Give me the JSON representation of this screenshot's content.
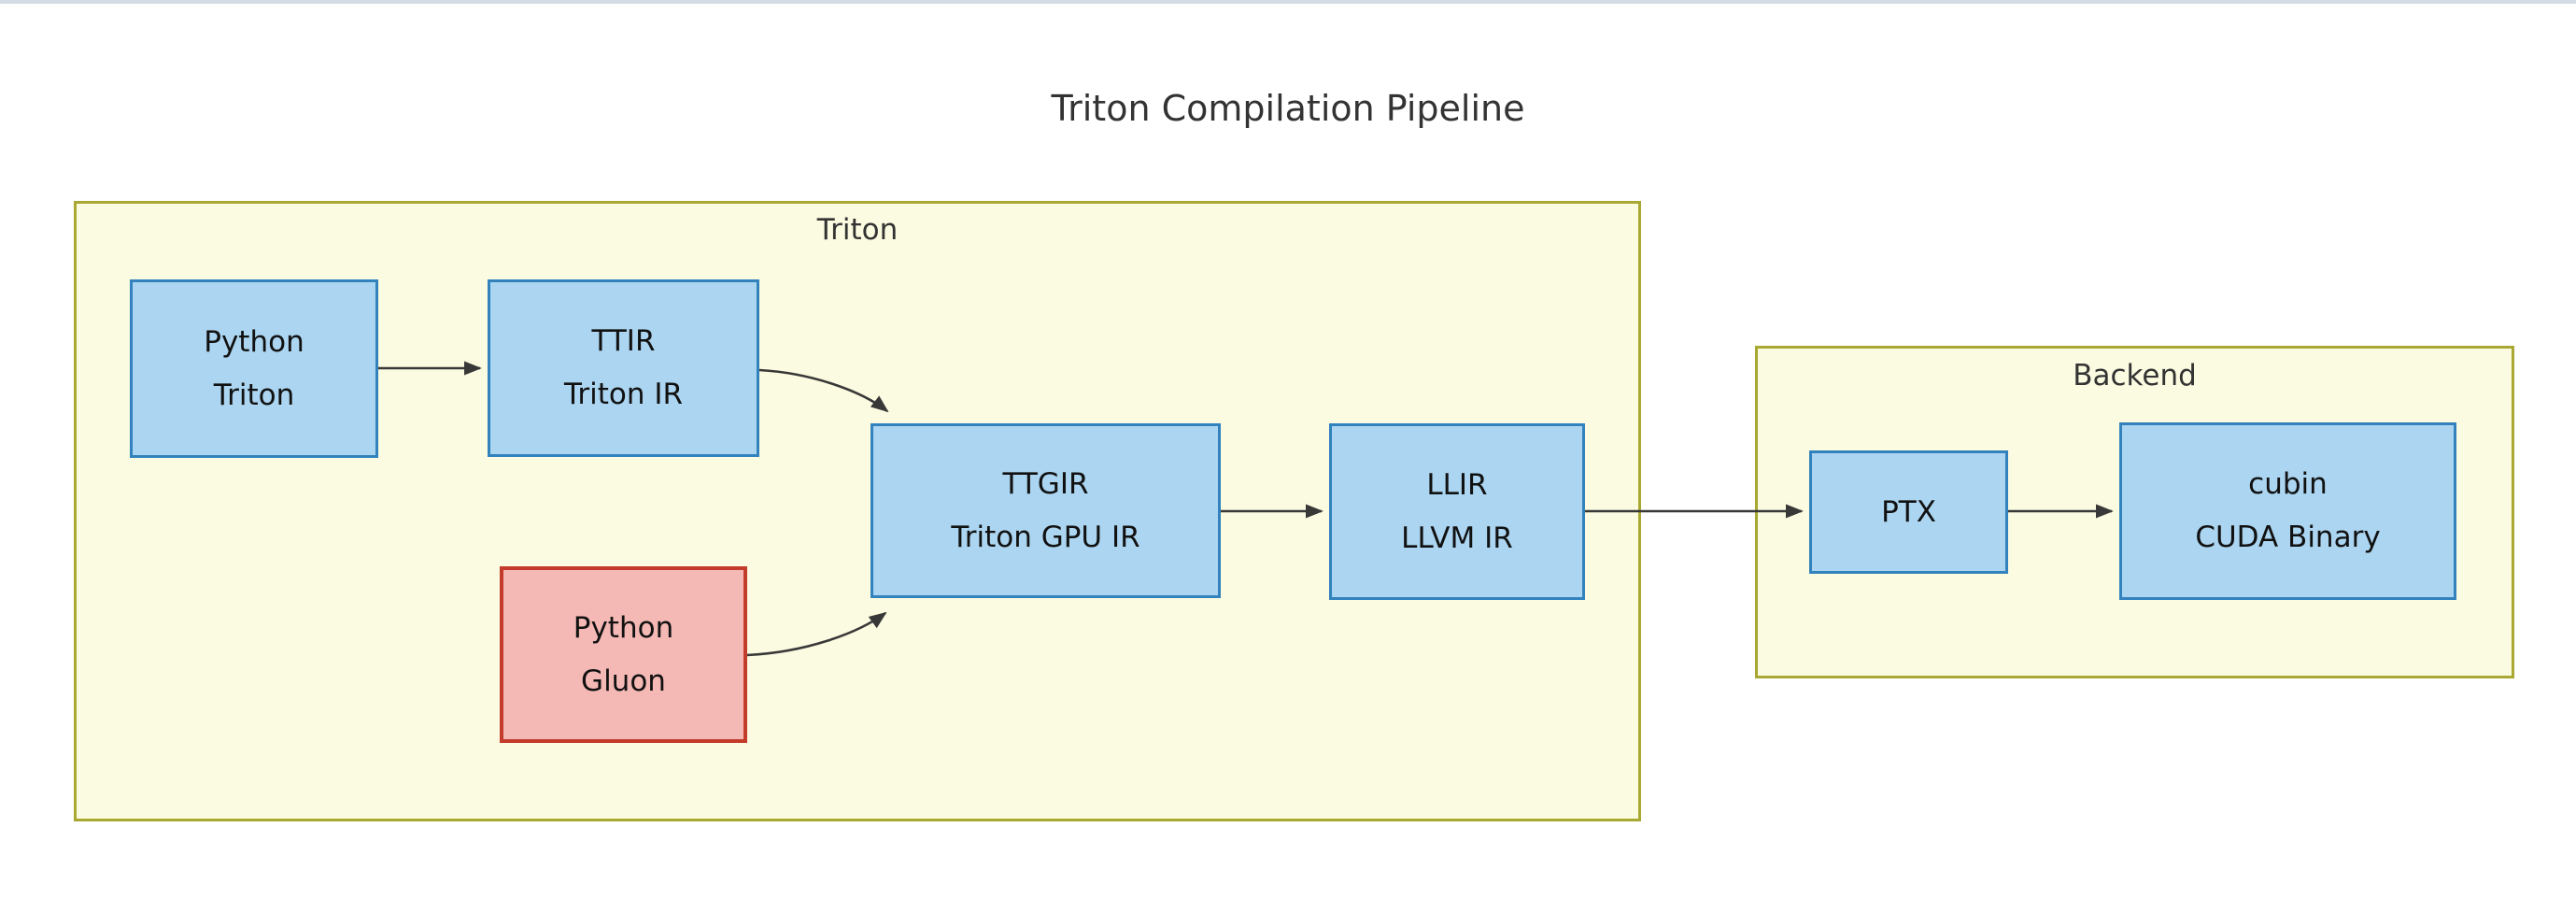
{
  "title": "Triton Compilation Pipeline",
  "colors": {
    "top_strip": "#d3dbe4",
    "cluster_fill": "#fbfbe1",
    "cluster_border": "#a8a832",
    "node_blue_fill": "#abd5f0",
    "node_blue_border": "#3282bd",
    "node_red_fill": "#f4b9b5",
    "node_red_border": "#c23b2b",
    "edge_color": "#383838",
    "node_text_color": "#111111",
    "label_text_color": "#333333"
  },
  "clusters": [
    {
      "id": "triton",
      "label": "Triton",
      "nodes": [
        "python-triton",
        "ttir",
        "python-gluon",
        "ttgir",
        "llir"
      ]
    },
    {
      "id": "backend",
      "label": "Backend",
      "nodes": [
        "ptx",
        "cubin"
      ]
    }
  ],
  "nodes": [
    {
      "id": "python-triton",
      "lines": [
        "Python",
        "Triton"
      ],
      "style": "blue",
      "cluster": "triton"
    },
    {
      "id": "ttir",
      "lines": [
        "TTIR",
        "Triton IR"
      ],
      "style": "blue",
      "cluster": "triton"
    },
    {
      "id": "python-gluon",
      "lines": [
        "Python",
        "Gluon"
      ],
      "style": "red",
      "cluster": "triton"
    },
    {
      "id": "ttgir",
      "lines": [
        "TTGIR",
        "Triton GPU IR"
      ],
      "style": "blue",
      "cluster": "triton"
    },
    {
      "id": "llir",
      "lines": [
        "LLIR",
        "LLVM IR"
      ],
      "style": "blue",
      "cluster": "triton"
    },
    {
      "id": "ptx",
      "lines": [
        "PTX"
      ],
      "style": "blue",
      "cluster": "backend"
    },
    {
      "id": "cubin",
      "lines": [
        "cubin",
        "CUDA Binary"
      ],
      "style": "blue",
      "cluster": "backend"
    }
  ],
  "edges": [
    {
      "from": "python-triton",
      "to": "ttir",
      "shape": "straight"
    },
    {
      "from": "ttir",
      "to": "ttgir",
      "shape": "curved"
    },
    {
      "from": "python-gluon",
      "to": "ttgir",
      "shape": "curved"
    },
    {
      "from": "ttgir",
      "to": "llir",
      "shape": "straight"
    },
    {
      "from": "llir",
      "to": "ptx",
      "shape": "straight"
    },
    {
      "from": "ptx",
      "to": "cubin",
      "shape": "straight"
    }
  ]
}
